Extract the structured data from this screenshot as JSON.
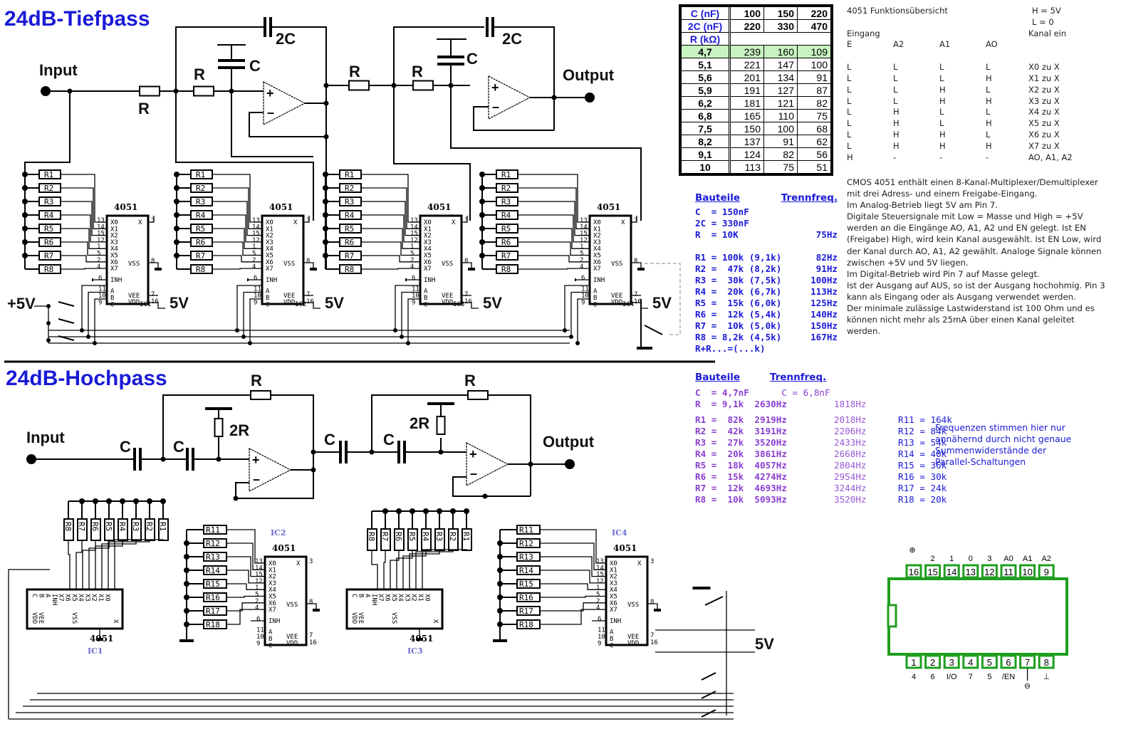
{
  "lowpass": {
    "title": "24dB-Tiefpass",
    "input_label": "Input",
    "output_label": "Output",
    "r_label": "R",
    "c_label": "C",
    "c2_label": "2C",
    "supply_label": "+5V",
    "v_label": "5V",
    "ic_type": "4051",
    "resistors": [
      "R1",
      "R2",
      "R3",
      "R4",
      "R5",
      "R6",
      "R7",
      "R8"
    ],
    "ic_names": [
      "IC1",
      "IC2",
      "IC3",
      "IC4"
    ]
  },
  "highpass": {
    "title": "24dB-Hochpass",
    "input_label": "Input",
    "output_label": "Output",
    "r_label": "R",
    "r2_label": "2R",
    "c_label": "C",
    "v_label": "5V",
    "ic_type": "4051",
    "resistors_a": [
      "R8",
      "R7",
      "R6",
      "R5",
      "R4",
      "R3",
      "R2",
      "R1"
    ],
    "resistors_b": [
      "R11",
      "R12",
      "R13",
      "R14",
      "R15",
      "R16",
      "R17",
      "R18"
    ],
    "ic_names": [
      "IC1",
      "IC2",
      "IC3",
      "IC4"
    ]
  },
  "ic_pins": {
    "x_pins": [
      "13",
      "14",
      "15",
      "12",
      "1",
      "5",
      "2",
      "4"
    ],
    "x_names": [
      "X0",
      "X1",
      "X2",
      "X3",
      "X4",
      "X5",
      "X6",
      "X7"
    ],
    "ctrl_pins": [
      "6",
      "11",
      "10",
      "9"
    ],
    "ctrl_names": [
      "INH",
      "A",
      "B",
      "C"
    ],
    "out_pin": "3",
    "out_name": "X",
    "vss_pin": "8",
    "vss_name": "VSS",
    "vee_pin": "7",
    "vee_name": "VEE",
    "vdd_pin": "16",
    "vdd_name": "VDD"
  },
  "cap_table": {
    "header_c": "C (nF)",
    "c_values": [
      "100",
      "150",
      "220"
    ],
    "header_2c": "2C (nF)",
    "c2_values": [
      "220",
      "330",
      "470"
    ],
    "header_r": "R (kΩ)",
    "highlight_row": 0,
    "rows": [
      {
        "r": "4,7",
        "f": [
          "239",
          "160",
          "109"
        ]
      },
      {
        "r": "5,1",
        "f": [
          "221",
          "147",
          "100"
        ]
      },
      {
        "r": "5,6",
        "f": [
          "201",
          "134",
          "91"
        ]
      },
      {
        "r": "5,9",
        "f": [
          "191",
          "127",
          "87"
        ]
      },
      {
        "r": "6,2",
        "f": [
          "181",
          "121",
          "82"
        ]
      },
      {
        "r": "6,8",
        "f": [
          "165",
          "110",
          "75"
        ]
      },
      {
        "r": "7,5",
        "f": [
          "150",
          "100",
          "68"
        ]
      },
      {
        "r": "8,2",
        "f": [
          "137",
          "91",
          "62"
        ]
      },
      {
        "r": "9,1",
        "f": [
          "124",
          "82",
          "56"
        ]
      },
      {
        "r": "10",
        "f": [
          "113",
          "75",
          "51"
        ]
      }
    ]
  },
  "function_table": {
    "title": "4051 Funktionsübersicht",
    "h_def": "H = 5V",
    "l_def": "L = 0",
    "input_header": "Eingang",
    "channel_header": "Kanal ein",
    "columns": [
      "E",
      "A2",
      "A1",
      "AO"
    ],
    "rows": [
      {
        "e": "L",
        "a2": "L",
        "a1": "L",
        "a0": "L",
        "ch": "X0 zu X"
      },
      {
        "e": "L",
        "a2": "L",
        "a1": "L",
        "a0": "H",
        "ch": "X1 zu X"
      },
      {
        "e": "L",
        "a2": "L",
        "a1": "H",
        "a0": "L",
        "ch": "X2 zu X"
      },
      {
        "e": "L",
        "a2": "L",
        "a1": "H",
        "a0": "H",
        "ch": "X3 zu X"
      },
      {
        "e": "L",
        "a2": "H",
        "a1": "L",
        "a0": "L",
        "ch": "X4 zu X"
      },
      {
        "e": "L",
        "a2": "H",
        "a1": "L",
        "a0": "H",
        "ch": "X5 zu X"
      },
      {
        "e": "L",
        "a2": "H",
        "a1": "H",
        "a0": "L",
        "ch": "X6 zu X"
      },
      {
        "e": "L",
        "a2": "H",
        "a1": "H",
        "a0": "H",
        "ch": "X7 zu X"
      },
      {
        "e": "H",
        "a2": "-",
        "a1": "-",
        "a0": "-",
        "ch": "AO, A1, A2"
      }
    ]
  },
  "description": [
    "CMOS 4051 enthält einen 8-Kanal-Multiplexer/Demultiplexer mit drei Adress- und einem Freigabe-Eingang.",
    "Im Analog-Betrieb liegt 5V am Pin 7.",
    "Digitale Steuersignale mit Low = Masse und High = +5V werden an die Eingänge AO, A1, A2 und EN gelegt. Ist EN (Freigabe) High, wird kein Kanal ausgewählt. Ist EN Low, wird der Kanal durch AO, A1, A2  gewählt. Analoge Signale können zwischen +5V und 5V liegen.",
    "Im Digital-Betrieb wird Pin 7 auf Masse gelegt.",
    "Ist der Ausgang auf AUS, so ist der Ausgang hochohmig. Pin 3 kann als Eingang oder als Ausgang verwendet werden.",
    "Der minimale zulässige Lastwiderstand ist 100 Ohm und es können nicht mehr als 25mA über einen Kanal geleitet werden."
  ],
  "lowpass_parts": {
    "header_parts": "Bauteile",
    "header_freq": "Trennfreq.",
    "base": [
      {
        "name": "C  = 150nF",
        "freq": ""
      },
      {
        "name": "2C = 330nF",
        "freq": ""
      },
      {
        "name": "R  = 10K",
        "freq": "75Hz"
      }
    ],
    "rows": [
      {
        "name": "R1 = 100k (9,1k)",
        "freq": "82Hz"
      },
      {
        "name": "R2 =  47k (8,2k)",
        "freq": "91Hz"
      },
      {
        "name": "R3 =  30k (7,5k)",
        "freq": "100Hz"
      },
      {
        "name": "R4 =  20k (6,7k)",
        "freq": "113Hz"
      },
      {
        "name": "R5 =  15k (6,0k)",
        "freq": "125Hz"
      },
      {
        "name": "R6 =  12k (5,4k)",
        "freq": "140Hz"
      },
      {
        "name": "R7 =  10k (5,0k)",
        "freq": "150Hz"
      },
      {
        "name": "R8 = 8,2k (4,5k)",
        "freq": "167Hz"
      }
    ],
    "footer": "R+R...=(...k)"
  },
  "highpass_parts": {
    "header_parts": "Bauteile",
    "header_freq": "Trennfreq.",
    "c_line": {
      "a": "C  = 4,7nF",
      "b": "      C = 6,8nF"
    },
    "r_line": {
      "a": "R  = 9,1k  2630Hz",
      "b": "1818Hz"
    },
    "rows": [
      {
        "a": "R1 =  82k  2919Hz",
        "b": "2018Hz",
        "c": "R11 = 164k"
      },
      {
        "a": "R2 =  42k  3191Hz",
        "b": "2206Hz",
        "c": "R12 = 84k"
      },
      {
        "a": "R3 =  27k  3520Hz",
        "b": "2433Hz",
        "c": "R13 = 54k"
      },
      {
        "a": "R4 =  20k  3861Hz",
        "b": "2668Hz",
        "c": "R14 = 40k"
      },
      {
        "a": "R5 =  18k  4057Hz",
        "b": "2804Hz",
        "c": "R15 = 36k"
      },
      {
        "a": "R6 =  15k  4274Hz",
        "b": "2954Hz",
        "c": "R16 = 30k"
      },
      {
        "a": "R7 =  12k  4693Hz",
        "b": "3244Hz",
        "c": "R17 = 24k"
      },
      {
        "a": "R8 =  10k  5093Hz",
        "b": "3520Hz",
        "c": "R18 = 20k"
      }
    ]
  },
  "note": [
    "Frequenzen stimmen hier nur",
    "annähernd durch nicht genaue",
    "Summenwiderstände der",
    "Parallel-Schaltungen"
  ],
  "pinout": {
    "top_pins": [
      "16",
      "15",
      "14",
      "13",
      "12",
      "11",
      "10",
      "9"
    ],
    "top_labels": [
      "⊕",
      "2",
      "1",
      "0",
      "3",
      "A0",
      "A1",
      "A2"
    ],
    "bottom_pins": [
      "1",
      "2",
      "3",
      "4",
      "5",
      "6",
      "7",
      "8"
    ],
    "bottom_labels": [
      "4",
      "6",
      "I/O",
      "7",
      "5",
      "/EN",
      "⊖",
      "⊥"
    ],
    "colors": {
      "body": "#1f9e1f",
      "label_red": "#b03030",
      "label_blue": "#2a5cb8"
    }
  }
}
